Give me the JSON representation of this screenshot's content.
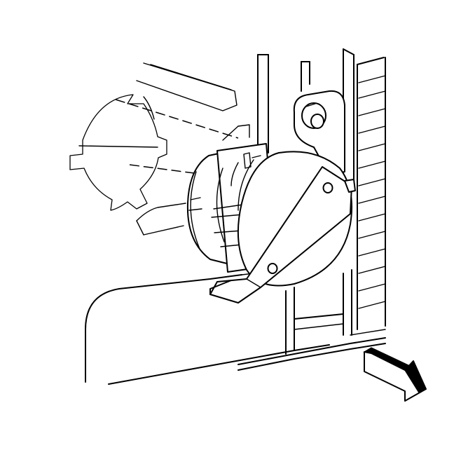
{
  "figure": {
    "alt": "",
    "components": [
      {
        "id": "horn-bracket-panel"
      },
      {
        "id": "mounting-stud-nut"
      },
      {
        "id": "horn-assembly"
      },
      {
        "id": "horn-gasket-ghost"
      },
      {
        "id": "alignment-guide-line"
      },
      {
        "id": "vehicle-front-direction-arrow"
      }
    ]
  },
  "colors": {
    "ink": "#000000",
    "paper": "#ffffff"
  }
}
